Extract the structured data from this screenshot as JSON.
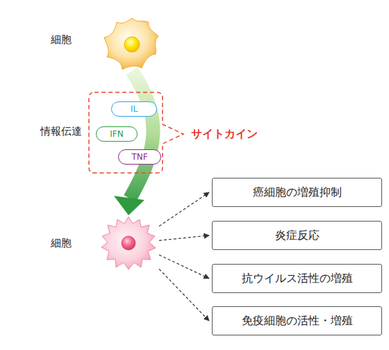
{
  "diagram": {
    "nodes": [
      {
        "text": [
          "細胞"
        ]
      },
      {
        "text": [
          "サイトカイン"
        ]
      },
      {
        "text": [
          "IL"
        ],
        "in": 1
      },
      {
        "text": [
          "IFN"
        ],
        "in": 1
      },
      {
        "text": [
          "TNF"
        ],
        "in": 1
      },
      {
        "text": [
          "細胞"
        ]
      },
      {
        "text": [
          "癌細胞の増殖抑制"
        ]
      },
      {
        "text": [
          "炎症反応"
        ]
      },
      {
        "text": [
          "抗ウイルス活性の増殖"
        ]
      },
      {
        "text": [
          "免疫細胞の活性・増殖"
        ]
      }
    ],
    "edges": [
      {
        "from": 0,
        "to": 5,
        "arrow": "to"
      },
      {
        "from": 5,
        "to": 6,
        "arrow": "to"
      },
      {
        "from": 5,
        "to": 7,
        "arrow": "to"
      },
      {
        "from": 5,
        "to": 8,
        "arrow": "to"
      },
      {
        "from": 5,
        "to": 9,
        "arrow": "to"
      }
    ],
    "labels": [
      "情報伝達"
    ]
  }
}
